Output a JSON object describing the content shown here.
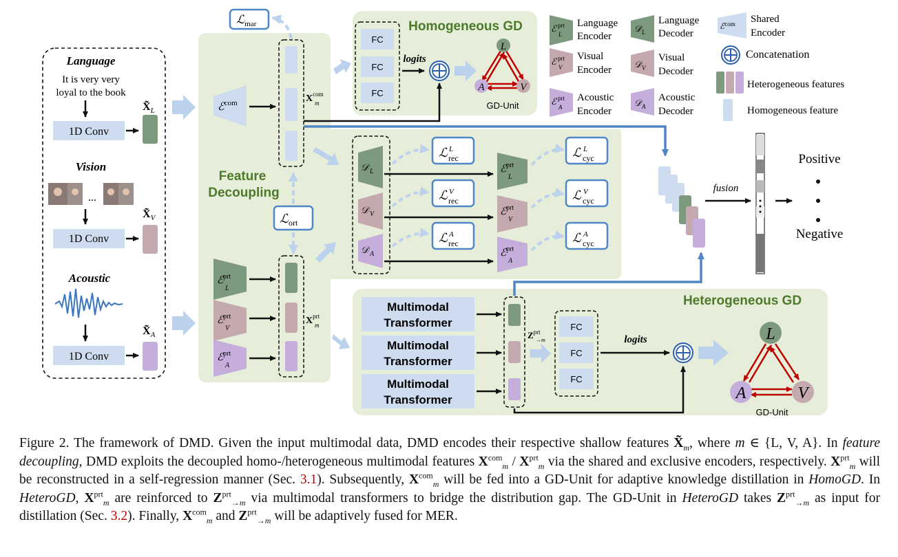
{
  "input_panel": {
    "language_title": "Language",
    "language_text_line1": "It is very very",
    "language_text_line2": "loyal to the book",
    "vision_title": "Vision",
    "vision_ellipsis": "...",
    "acoustic_title": "Acoustic",
    "conv_label": "1D Conv",
    "xl_label": "X̃",
    "xl_sub": "L",
    "xv_label": "X̃",
    "xv_sub": "V",
    "xa_label": "X̃",
    "xa_sub": "A"
  },
  "feature_decoupling": {
    "title_line1": "Feature",
    "title_line2": "Decoupling",
    "shared_encoder": "ℰ",
    "shared_encoder_sup": "com",
    "x_com": "X",
    "x_com_sup": "com",
    "x_com_sub": "m",
    "x_prt": "X",
    "x_prt_sup": "prt",
    "x_prt_sub": "m",
    "loss_mar": "ℒ",
    "loss_mar_sub": "mar",
    "loss_ort": "ℒ",
    "loss_ort_sub": "ort",
    "enc_sym": "ℰ",
    "enc_sup": "prt",
    "enc_subs": [
      "L",
      "V",
      "A"
    ]
  },
  "reconstruction": {
    "dec_sym": "𝒟",
    "dec_subs": [
      "L",
      "V",
      "A"
    ],
    "rec_sym": "ℒ",
    "rec_sub": "rec",
    "rec_sups": [
      "L",
      "V",
      "A"
    ],
    "cyc_sym": "ℒ",
    "cyc_sub": "cyc",
    "cyc_sups": [
      "L",
      "V",
      "A"
    ]
  },
  "homogeneous_gd": {
    "title": "Homogeneous GD",
    "fc_label": "FC",
    "logits": "logits",
    "gd_unit": "GD-Unit",
    "node_l": "L",
    "node_a": "A",
    "node_v": "V"
  },
  "heterogeneous_gd": {
    "title": "Heterogeneous GD",
    "transformer_line1": "Multimodal",
    "transformer_line2": "Transformer",
    "z_label": "Z",
    "z_sup": "prt",
    "z_sub": "→m",
    "fc_label": "FC",
    "logits": "logits",
    "gd_unit": "GD-Unit",
    "node_l": "L",
    "node_a": "A",
    "node_v": "V"
  },
  "output": {
    "fusion": "fusion",
    "positive": "Positive",
    "negative": "Negative"
  },
  "legend": {
    "language_encoder_line1": "Language",
    "language_encoder_line2": "Encoder",
    "visual_encoder_line1": "Visual",
    "visual_encoder_line2": "Encoder",
    "acoustic_encoder_line1": "Acoustic",
    "acoustic_encoder_line2": "Encoder",
    "language_decoder_line1": "Language",
    "language_decoder_line2": "Decoder",
    "visual_decoder_line1": "Visual",
    "visual_decoder_line2": "Decoder",
    "acoustic_decoder_line1": "Acoustic",
    "acoustic_decoder_line2": "Decoder",
    "shared_encoder_line1": "Shared",
    "shared_encoder_line2": "Encoder",
    "concatenation": "Concatenation",
    "heterogeneous_features": "Heterogeneous features",
    "homogeneous_feature": "Homogeneous feature"
  },
  "caption": {
    "p1": "Figure 2. The framework of DMD. Given the input multimodal data, DMD encodes their respective shallow features ",
    "p2": ", where ",
    "p3": "{L, V, A}. In ",
    "p4": "feature decoupling",
    "p5": ", DMD exploits the decoupled homo-/heterogeneous multimodal features ",
    "p6": " / ",
    "p7": " via the shared and exclusive encoders, respectively. ",
    "p8": " will be reconstructed in a self-regression manner (Sec. ",
    "ref1": "3.1",
    "p9": "). Subsequently, ",
    "p10": " will be fed into a GD-Unit for adaptive knowledge distillation in ",
    "p11": "HomoGD",
    "p12": ". In ",
    "p13": "HeteroGD",
    "p14": ", ",
    "p15": " are reinforced to ",
    "p16": " via multimodal transformers to bridge the distribution gap. The GD-Unit in ",
    "p17": "HeteroGD",
    "p18": " takes ",
    "p19": " as input for distillation (Sec. ",
    "ref2": "3.2",
    "p20": "). Finally, ",
    "p21": " and ",
    "p22": " will be adaptively fused for MER.",
    "m_in": "m ∈",
    "xt": "X̃",
    "xt_sub": "m",
    "xb": "X",
    "sup_com": "com",
    "sup_prt": "prt",
    "sub_m": "m",
    "zb": "Z",
    "sub_to_m": "→m"
  },
  "colors": {
    "green_panel": "#e6eed9",
    "green_feat": "#7e9a7e",
    "mauve_feat": "#c4a9ae",
    "purple_feat": "#c6aedc",
    "blue_feat": "#cddcef",
    "blue_arrow": "#4f86c6",
    "light_arrow": "#bcd2ec",
    "title_green": "#4d7a2a",
    "red": "#c00000"
  }
}
